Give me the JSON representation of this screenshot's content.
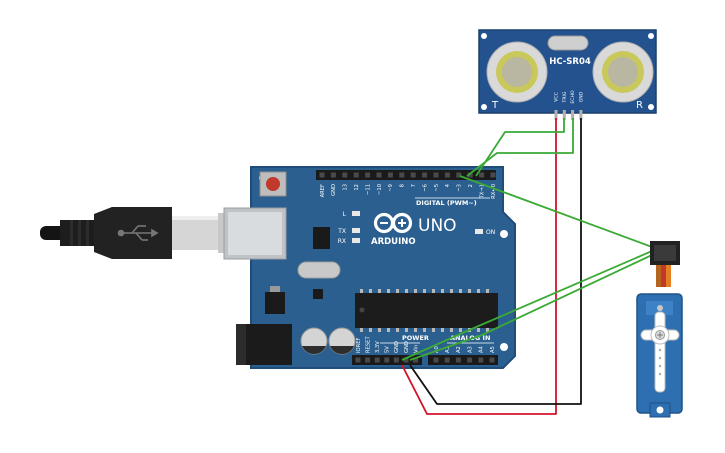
{
  "sensor": {
    "model": "HC-SR04",
    "left_mark": "T",
    "right_mark": "R",
    "pins": [
      "VCC",
      "TRIG",
      "ECHO",
      "GND"
    ]
  },
  "arduino": {
    "brand": "ARDUINO",
    "model": "UNO",
    "digital_header_label": "DIGITAL (PWM~)",
    "digital_pins": [
      "AREF",
      "GND",
      "13",
      "12",
      "~11",
      "~10",
      "~9",
      "8",
      "7",
      "~6",
      "~5",
      "4",
      "~3",
      "2",
      "TX→1",
      "RX←0"
    ],
    "led_labels": {
      "l": "L",
      "tx": "TX",
      "rx": "RX",
      "on": "ON"
    },
    "power_label": "POWER",
    "power_pins": [
      "IOREF",
      "RESET",
      "3.3V",
      "5V",
      "GND",
      "GND",
      "Vin"
    ],
    "analog_label": "ANALOG IN",
    "analog_pins": [
      "A0",
      "A1",
      "A2",
      "A3",
      "A4",
      "A5"
    ]
  },
  "colors": {
    "board": "#2b5f8f",
    "board_edge": "#1f4c78",
    "sensor_board": "#23528f",
    "wire_green": "#3aaa35",
    "wire_red": "#d0142a",
    "wire_black": "#111111",
    "servo_body": "#2d6fb0"
  }
}
